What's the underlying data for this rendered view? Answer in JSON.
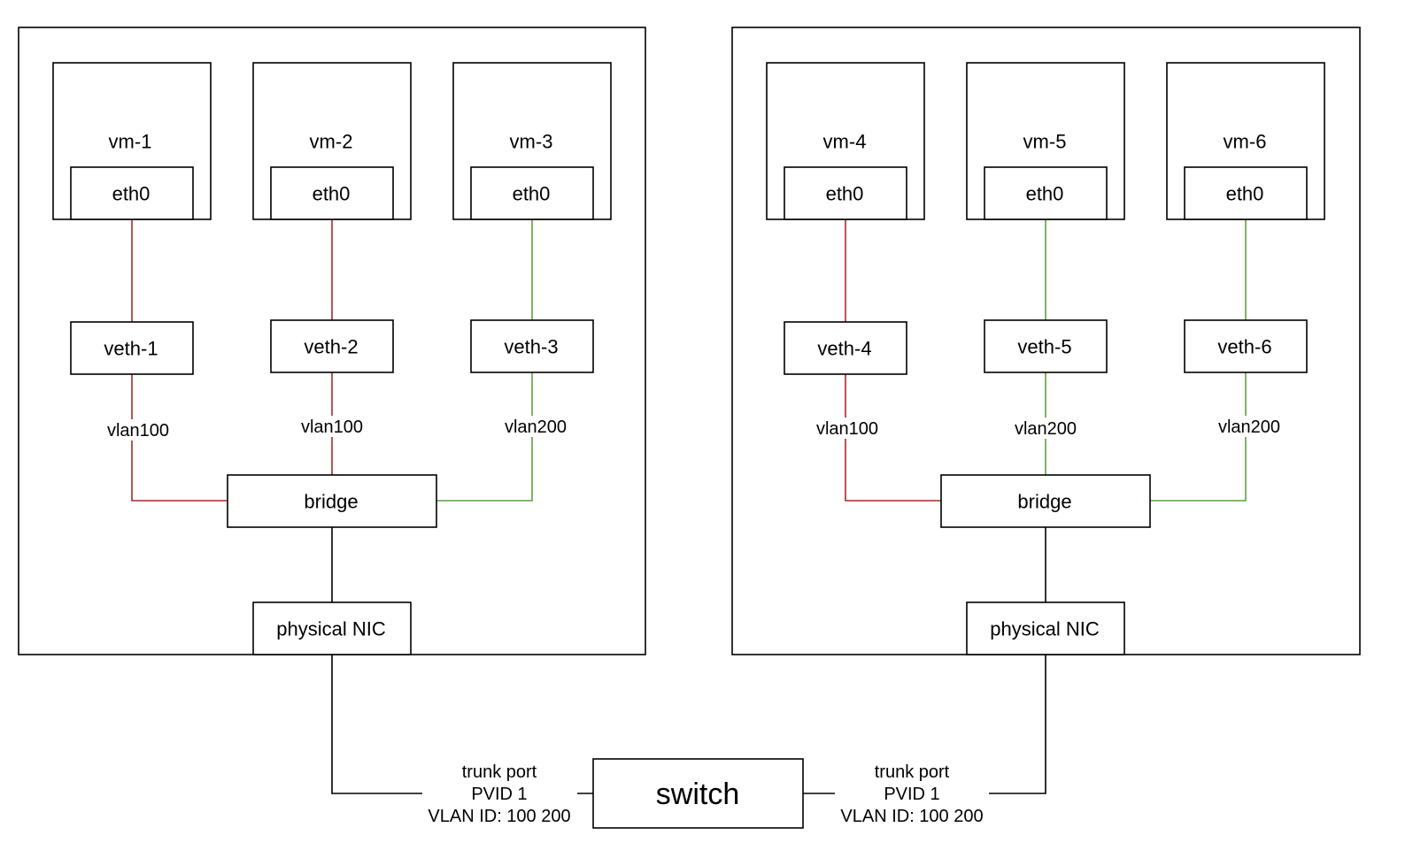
{
  "colors": {
    "vlan100": "#a52a2a",
    "vlan200": "#5ba33a",
    "trunk": "#000000"
  },
  "hosts": [
    {
      "vms": [
        {
          "name": "vm-1",
          "iface": "eth0",
          "veth": "veth-1",
          "vlan": "vlan100"
        },
        {
          "name": "vm-2",
          "iface": "eth0",
          "veth": "veth-2",
          "vlan": "vlan100"
        },
        {
          "name": "vm-3",
          "iface": "eth0",
          "veth": "veth-3",
          "vlan": "vlan200"
        }
      ],
      "bridge": "bridge",
      "nic": "physical NIC",
      "port": {
        "line1": "trunk port",
        "line2": "PVID 1",
        "line3": "VLAN ID: 100 200"
      }
    },
    {
      "vms": [
        {
          "name": "vm-4",
          "iface": "eth0",
          "veth": "veth-4",
          "vlan": "vlan100"
        },
        {
          "name": "vm-5",
          "iface": "eth0",
          "veth": "veth-5",
          "vlan": "vlan200"
        },
        {
          "name": "vm-6",
          "iface": "eth0",
          "veth": "veth-6",
          "vlan": "vlan200"
        }
      ],
      "bridge": "bridge",
      "nic": "physical NIC",
      "port": {
        "line1": "trunk port",
        "line2": "PVID 1",
        "line3": "VLAN ID: 100 200"
      }
    }
  ],
  "switch": {
    "label": "switch"
  }
}
